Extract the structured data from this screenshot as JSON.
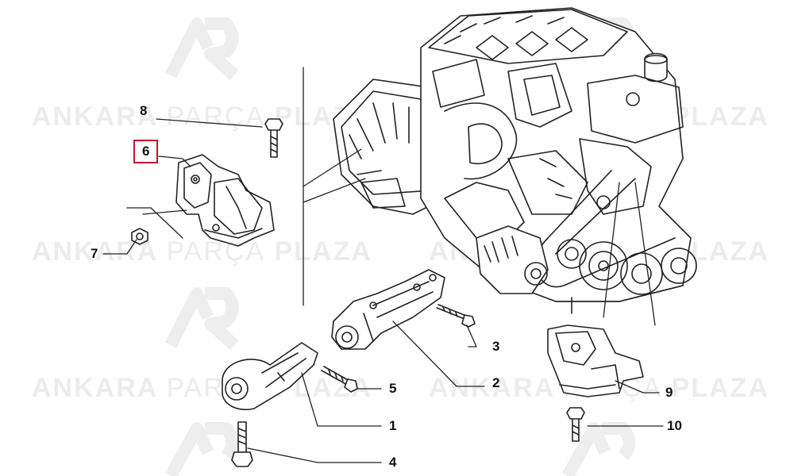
{
  "watermark": {
    "bold1": "ANKARA",
    "light": "PARÇA",
    "bold2": "PLAZA"
  },
  "callouts": [
    {
      "id": "1",
      "label": "1"
    },
    {
      "id": "2",
      "label": "2"
    },
    {
      "id": "3",
      "label": "3"
    },
    {
      "id": "4",
      "label": "4"
    },
    {
      "id": "5",
      "label": "5"
    },
    {
      "id": "6",
      "label": "6",
      "highlighted": true
    },
    {
      "id": "7",
      "label": "7"
    },
    {
      "id": "8",
      "label": "8"
    },
    {
      "id": "9",
      "label": "9"
    },
    {
      "id": "10",
      "label": "10"
    }
  ],
  "colors": {
    "highlight": "#c8102e",
    "line": "#222222",
    "watermark": "#ececec"
  }
}
